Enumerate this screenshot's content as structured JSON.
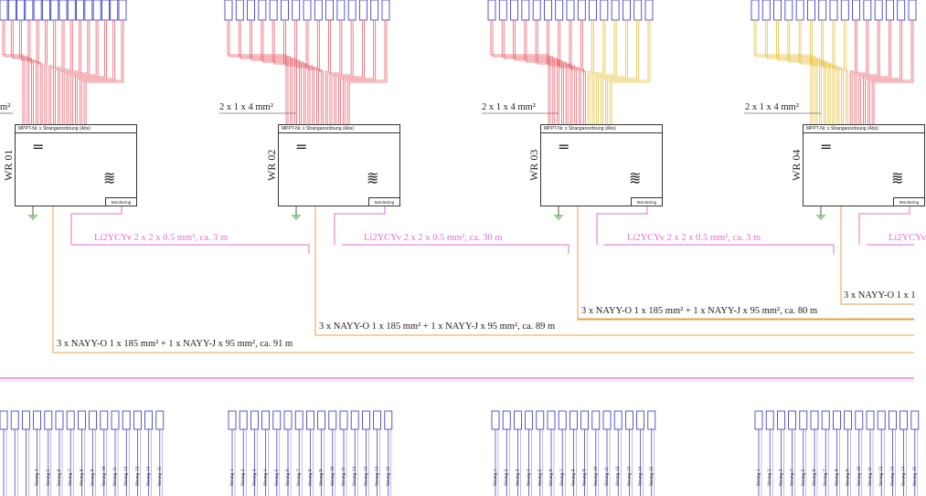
{
  "inverters": [
    {
      "name": "WR 01",
      "header": "MPPT-Nr. x Stranganordnung (Abs)",
      "monitor": "Monitoring",
      "dc_cable": "",
      "data_cable": "Li2YCYv 2 x 2 x 0.5 mm², ca. 3 m",
      "ac_cable": "3 x NAYY-O 1 x 185 mm² + 1 x NAYY-J x 95 mm², ca. 91 m"
    },
    {
      "name": "WR 02",
      "header": "MPPT-Nr. x Stranganordnung (Abs)",
      "monitor": "Monitoring",
      "dc_cable": "2 x 1 x 4 mm²",
      "data_cable": "Li2YCYv 2 x 2 x 0.5 mm², ca. 30 m",
      "ac_cable": "3 x NAYY-O 1 x 185 mm² + 1 x NAYY-J x 95 mm², ca. 89 m"
    },
    {
      "name": "WR 03",
      "header": "MPPT-Nr. x Stranganordnung (Abs)",
      "monitor": "Monitoring",
      "dc_cable": "2 x 1 x 4 mm²",
      "data_cable": "Li2YCYv 2 x 2 x 0.5 mm², ca. 3 m",
      "ac_cable": "3 x NAYY-O 1 x 185 mm² + 1 x NAYY-J x 95 mm², ca. 80 m"
    },
    {
      "name": "WR 04",
      "header": "MPPT-Nr. x Stranganordnung (Abs)",
      "monitor": "Monitoring",
      "dc_cable": "2 x 1 x 4 mm²",
      "data_cable": "Li2YCYv",
      "ac_cable": "3 x NAYY-O 1 x 1"
    }
  ],
  "left_partial_dc": "m²",
  "groups": [
    {
      "strings": [
        "",
        "",
        "",
        "Strang 4",
        "Strang 5",
        "Strang 6",
        "Strang 7",
        "Strang 8",
        "Strang 9",
        "Strang 10",
        "Strang 11",
        "Strang 12",
        "Strang 13",
        "Strang 14",
        "Strang 15"
      ]
    },
    {
      "strings": [
        "Strang 1",
        "Strang 2",
        "Strang 3",
        "Strang 4",
        "Strang 5",
        "Strang 6",
        "Strang 7",
        "Strang 8",
        "Strang 9",
        "Strang 10",
        "Strang 11",
        "Strang 12",
        "Strang 13",
        "Strang 14",
        "Strang 15"
      ]
    },
    {
      "strings": [
        "Strang 1",
        "Strang 2",
        "Strang 3",
        "Strang 4",
        "Strang 5",
        "Strang 6",
        "Strang 7",
        "Strang 8",
        "Strang 9",
        "Strang 10",
        "Strang 11",
        "Strang 12",
        "Strang 13",
        "Strang 14",
        "Strang 15"
      ]
    },
    {
      "strings": [
        "Strang 1",
        "Strang 2",
        "Strang 3",
        "Strang 4",
        "Strang 5",
        "Strang 6",
        "Strang 7",
        "Strang 8",
        "Strang 9",
        "Strang 10",
        "Strang 11",
        "Strang 12",
        "Strang 13",
        "Strang 14",
        "Strang 15"
      ]
    }
  ],
  "colors": {
    "dc_red": "#e8646e",
    "dc_yellow": "#e8c040",
    "data_pink": "#e070c8",
    "ac_orange": "#e8a040",
    "module_blue": "#3030c0",
    "ground_green": "#30a030"
  }
}
